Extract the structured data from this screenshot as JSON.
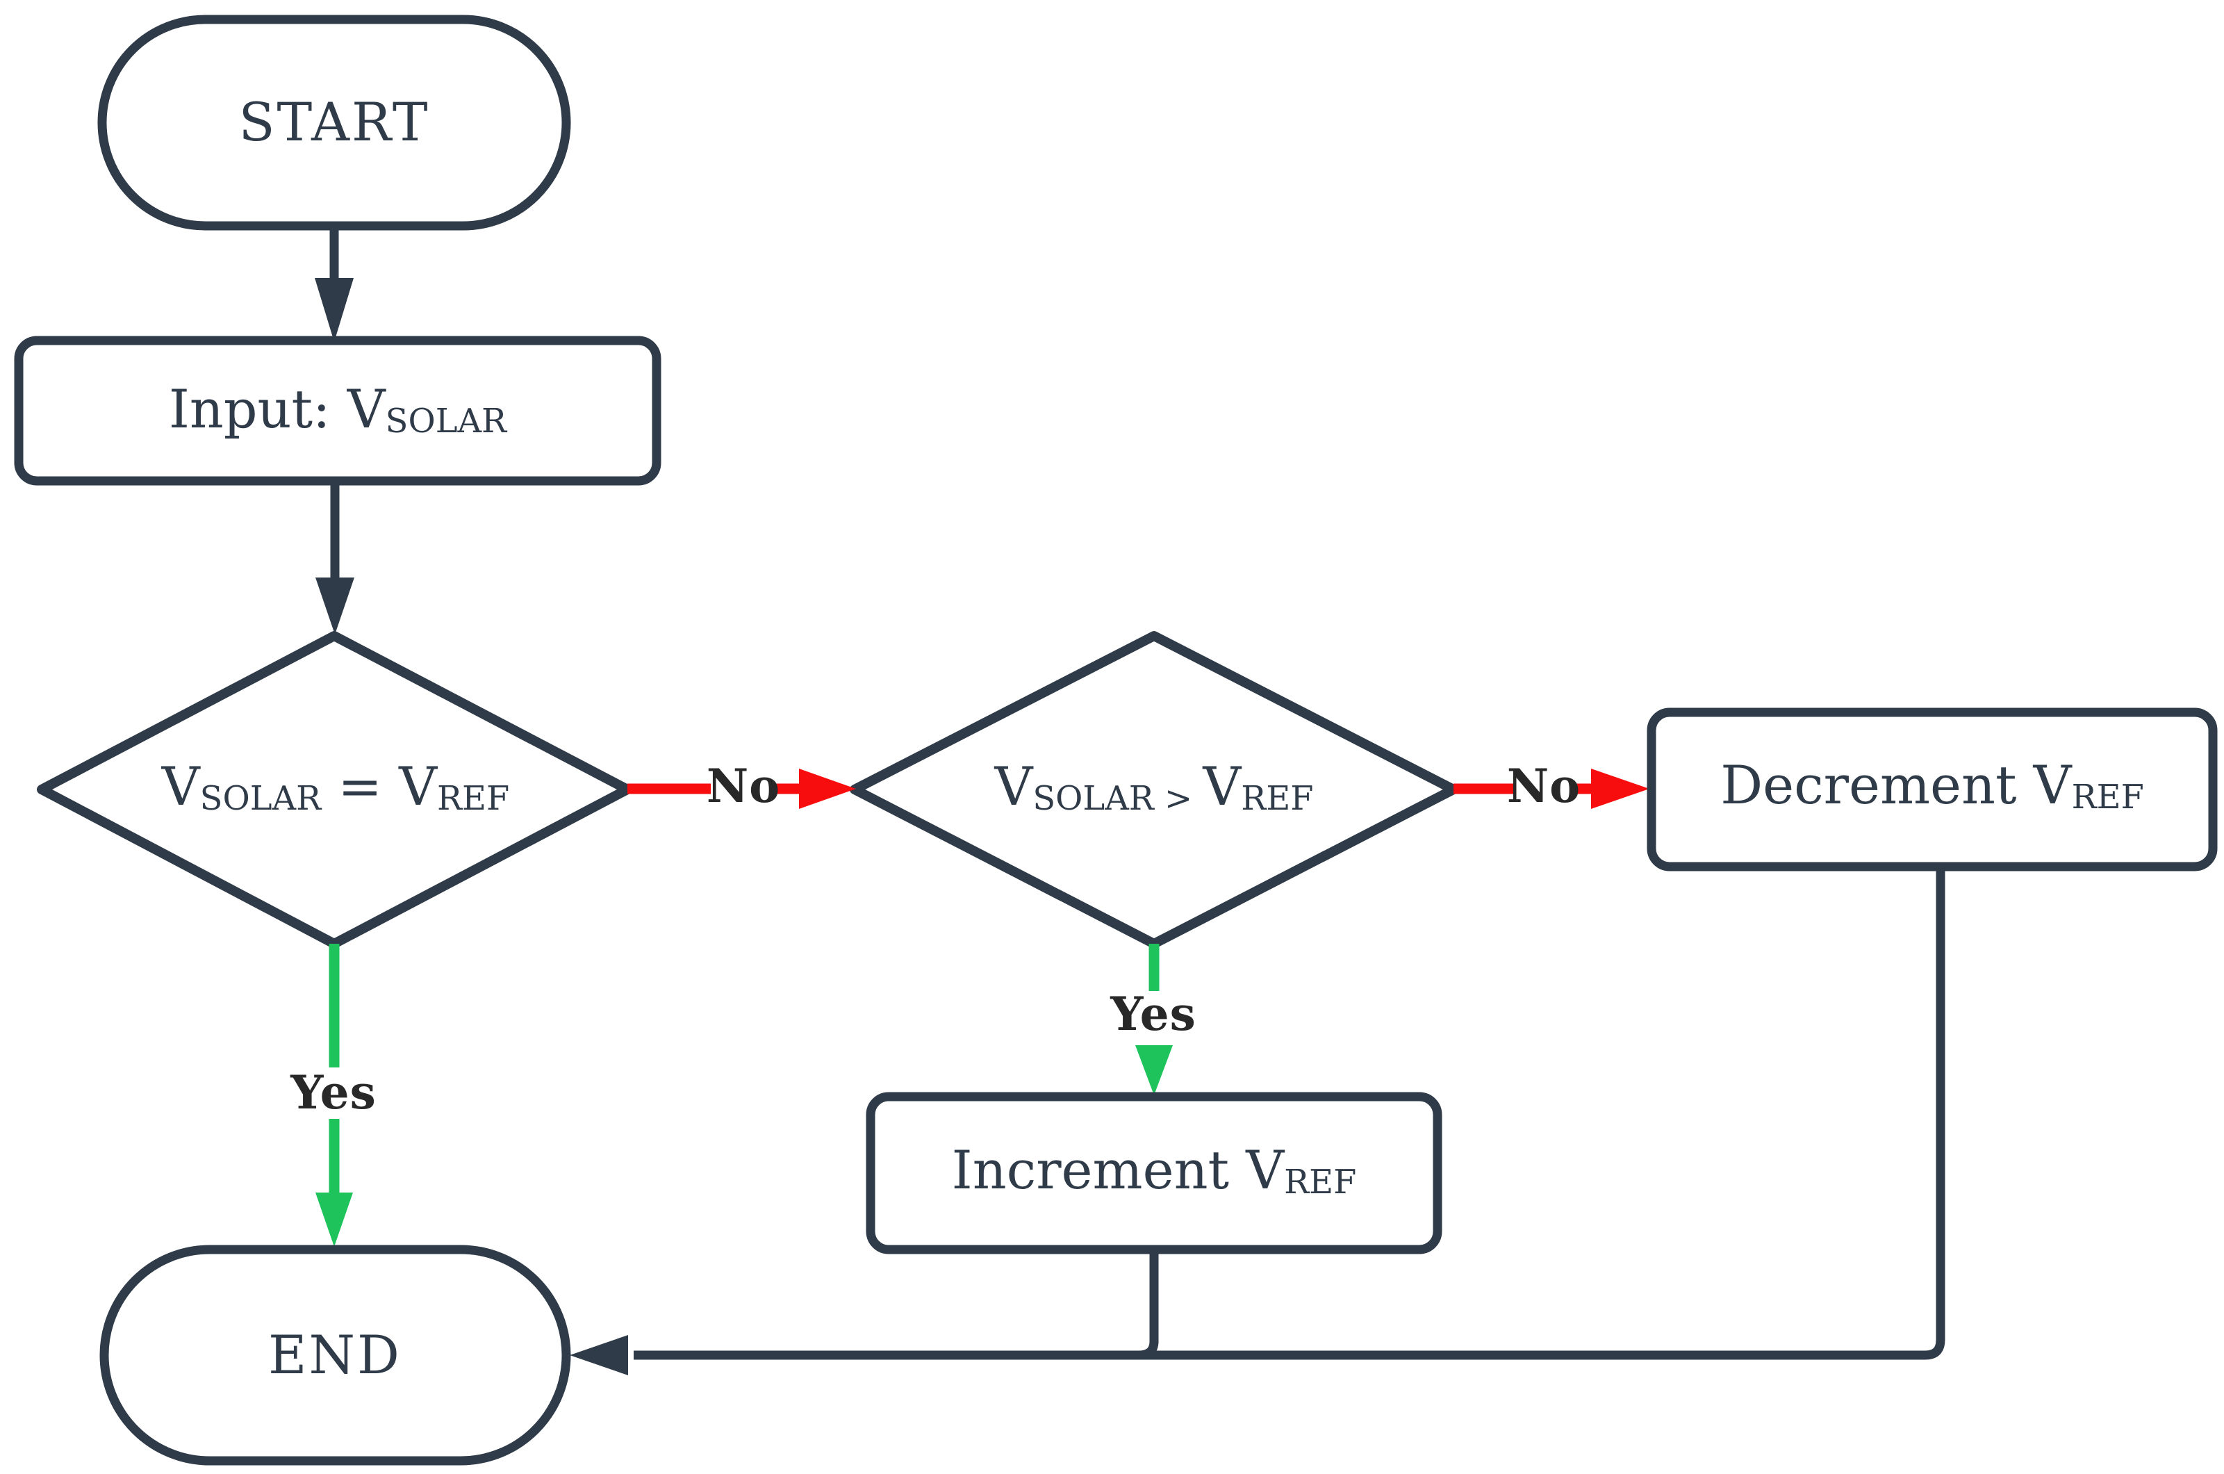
{
  "diagram": {
    "type": "flowchart",
    "colors": {
      "node_stroke": "#2F3B48",
      "node_text": "#2F3B48",
      "no_branch_arrow": "#F70D0D",
      "yes_branch_arrow": "#1EC35C",
      "edge_label_text": "#282828",
      "background": "#FFFFFF"
    },
    "nodes": {
      "start": {
        "label": "START"
      },
      "input": {
        "pre": "Input: V",
        "sub": "SOLAR"
      },
      "decision1": {
        "pre": "V",
        "sub1": "SOLAR",
        "mid": " = V",
        "sub2": "REF"
      },
      "decision2": {
        "pre": "V",
        "sub1": "SOLAR > ",
        "mid": "V",
        "sub2": "REF"
      },
      "decrement": {
        "pre": "Decrement V",
        "sub": "REF"
      },
      "increment": {
        "pre": "Increment V",
        "sub": "REF"
      },
      "end": {
        "label": "END"
      }
    },
    "edges": {
      "no1": "No",
      "no2": "No",
      "yes1": "Yes",
      "yes2": "Yes"
    }
  }
}
